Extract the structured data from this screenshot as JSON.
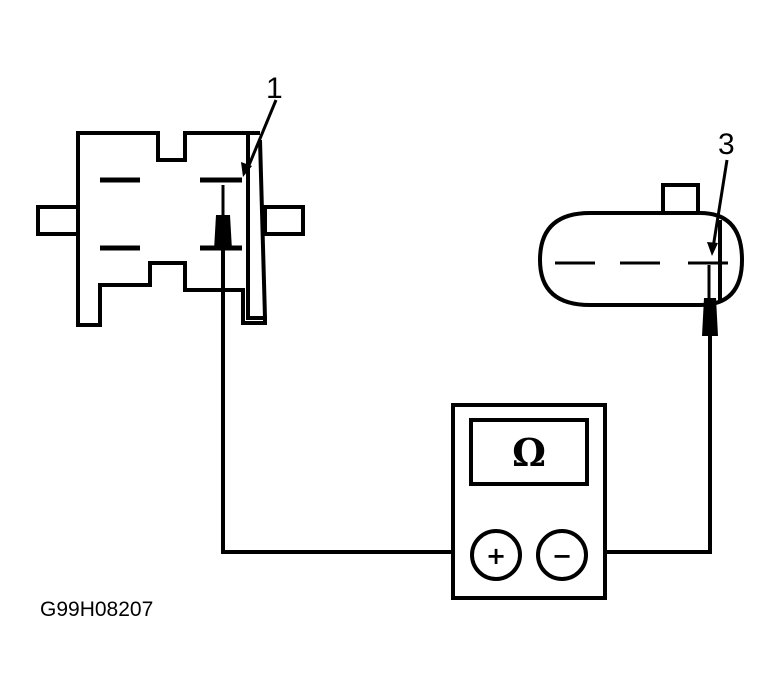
{
  "callouts": {
    "left_connector": "1",
    "right_connector": "3"
  },
  "meter": {
    "display_symbol": "Ω",
    "positive_terminal": "+",
    "negative_terminal": "−"
  },
  "figure_id": "G99H08207"
}
